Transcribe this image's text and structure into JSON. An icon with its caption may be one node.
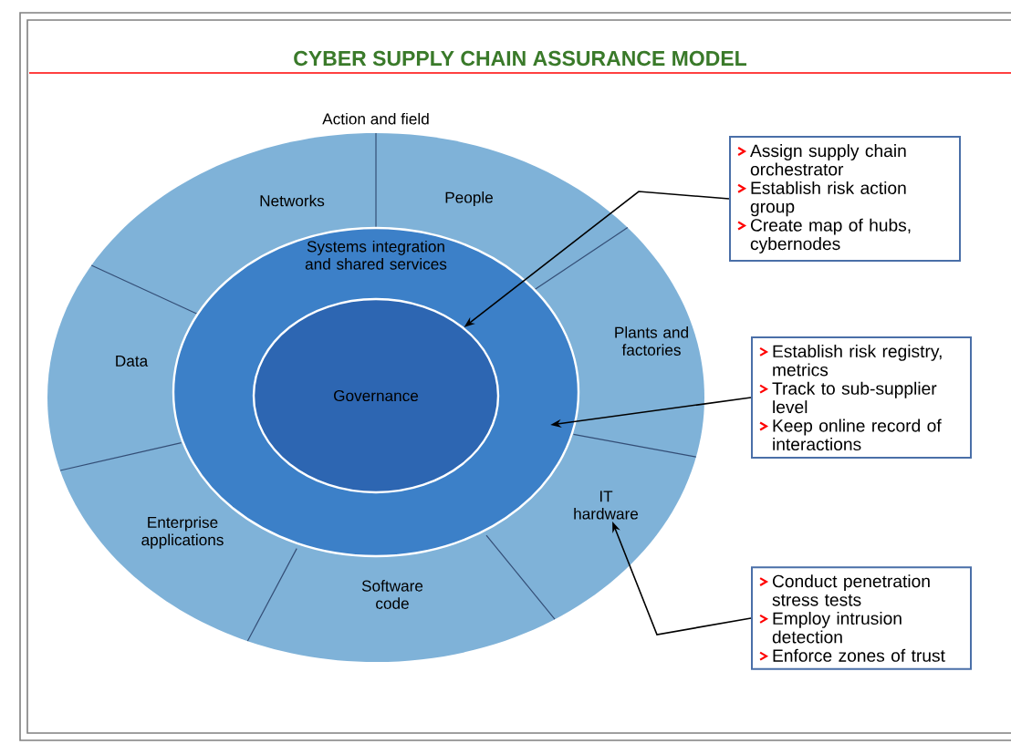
{
  "diagram": {
    "title": "CYBER SUPPLY CHAIN ASSURANCE MODEL",
    "nodes": [
      {
        "text": [
          "Action and field"
        ]
      },
      {
        "text": [
          "Networks"
        ],
        "in": 0
      },
      {
        "text": [
          "People"
        ],
        "in": 0
      },
      {
        "text": [
          "Plants and factories"
        ],
        "in": 0
      },
      {
        "text": [
          "IT hardware"
        ],
        "in": 0
      },
      {
        "text": [
          "Software code"
        ],
        "in": 0
      },
      {
        "text": [
          "Enterprise applications"
        ],
        "in": 0
      },
      {
        "text": [
          "Data"
        ],
        "in": 0
      },
      {
        "text": [
          "Systems integration and shared services"
        ],
        "in": 0
      },
      {
        "text": [
          "Governance"
        ],
        "in": 8
      },
      {
        "text": [
          "Assign supply chain orchestrator",
          "Establish risk action group",
          "Create map of hubs, cybernodes"
        ]
      },
      {
        "text": [
          "Establish risk registry, metrics",
          "Track to sub-supplier level",
          "Keep online record of interactions"
        ]
      },
      {
        "text": [
          "Conduct penetration stress tests",
          "Employ intrusion detection",
          "Enforce zones of trust"
        ]
      }
    ],
    "edges": [
      {
        "from": 10,
        "to": 9,
        "arrow": "to"
      },
      {
        "from": 11,
        "to": 8,
        "arrow": "to"
      },
      {
        "from": 12,
        "to": 4,
        "arrow": "to"
      }
    ]
  }
}
